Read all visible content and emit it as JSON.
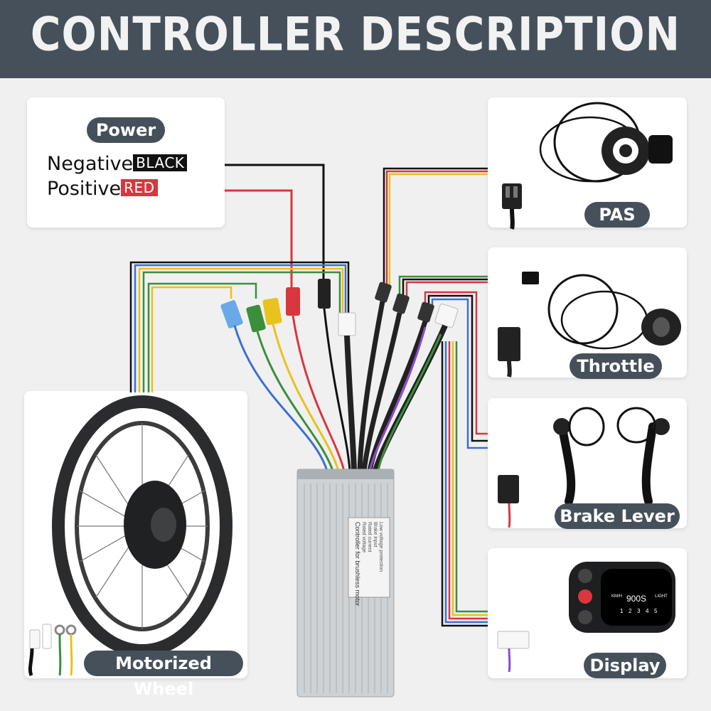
{
  "header": {
    "title": "CONTROLLER DESCRIPTION"
  },
  "power": {
    "label": "Power",
    "negative_label": "Negative",
    "negative_tag": "BLACK",
    "positive_label": "Positive",
    "positive_tag": "RED"
  },
  "components": {
    "pas": "PAS",
    "throttle": "Throttle",
    "brake": "Brake Lever",
    "display": "Display",
    "wheel": "Motorized Wheel"
  },
  "controller": {
    "label_lines": [
      "Controller for brushless motor",
      "Rated voltage",
      "Rated current",
      "Brake input",
      "Low voltage protection"
    ]
  },
  "display_screen": {
    "model": "900S",
    "unit": "KM/H",
    "light": "LIGHT",
    "levels": [
      "1",
      "2",
      "3",
      "4",
      "5"
    ]
  },
  "colors": {
    "header_bg": "#45505a",
    "pill_bg": "#45505a",
    "wire_black": "#111111",
    "wire_red": "#d9363e",
    "wire_yellow": "#e8c21d",
    "wire_green": "#3a8f3a",
    "wire_blue": "#3d6fd1",
    "wire_white": "#ffffff",
    "tag_black": "#111111",
    "tag_red": "#d9363e"
  }
}
